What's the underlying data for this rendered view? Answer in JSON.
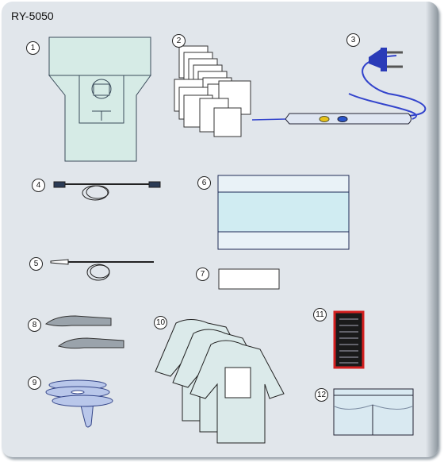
{
  "model": "RY-5050",
  "items": [
    {
      "number": "1"
    },
    {
      "number": "2"
    },
    {
      "number": "3"
    },
    {
      "number": "4"
    },
    {
      "number": "5"
    },
    {
      "number": "6"
    },
    {
      "number": "7"
    },
    {
      "number": "8"
    },
    {
      "number": "9"
    },
    {
      "number": "10"
    },
    {
      "number": "11"
    },
    {
      "number": "12"
    }
  ],
  "colors": {
    "card": "#e1e6eb",
    "drape": "#d6ebe6",
    "outline": "#1e2a55",
    "cable": "#3344cc",
    "marker_frame": "#d42020"
  }
}
